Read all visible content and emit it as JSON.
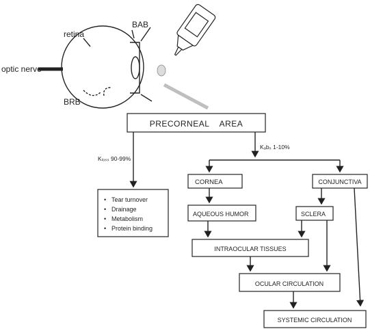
{
  "eye": {
    "labels": {
      "retina": "retina",
      "bab": "BAB",
      "optic_nerve": "optic nerve",
      "brb": "BRB"
    }
  },
  "nodes": {
    "precorneal": "PRECORNEAL    AREA",
    "cornea": "CORNEA",
    "conjunctiva": "CONJUNCTIVA",
    "aqueous_humor": "AQUEOUS HUMOR",
    "sclera": "SCLERA",
    "intraocular": "INTRAOCULAR TISSUES",
    "ocular_circulation": "OCULAR CIRCULATION",
    "systemic_circulation": "SYSTEMIC CIRCULATION"
  },
  "loss_list": [
    "Tear turnover",
    "Drainage",
    "Metabolism",
    "Protein binding"
  ],
  "edges": {
    "loss_label": "Kₗₒₛₛ 90-99%",
    "abs_label": "Kₐbₛ 1-10%"
  }
}
